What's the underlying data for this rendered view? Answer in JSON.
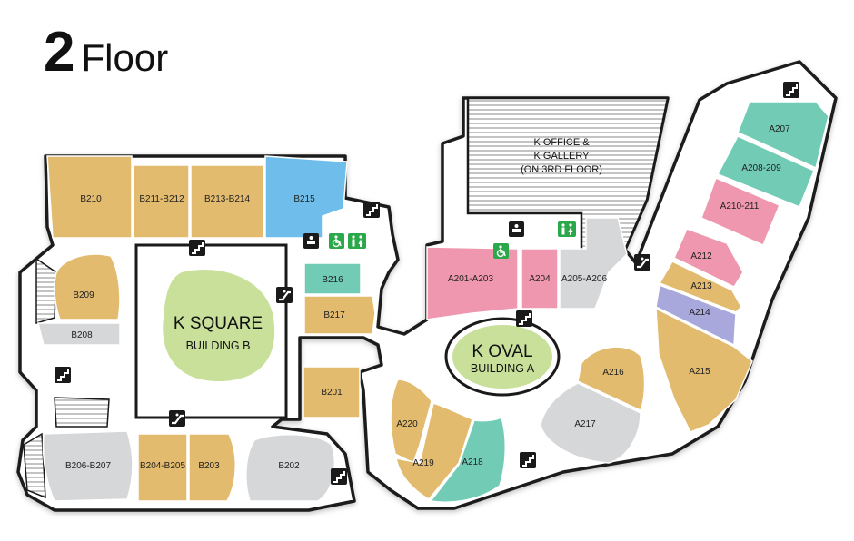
{
  "title": {
    "number": "2",
    "word": "Floor"
  },
  "colors": {
    "retail": "#e2bb6e",
    "pink": "#ee97ae",
    "teal": "#72ccb5",
    "blue": "#6fbdea",
    "violet": "#a9a8dc",
    "service": "#d6d7d9",
    "atrium": "#c9e09b",
    "walkway": "#ffffff",
    "wall": "#1a1a1a"
  },
  "landmarks": {
    "k_square": {
      "name": "K SQUARE",
      "building": "BUILDING B"
    },
    "k_oval": {
      "name": "K OVAL",
      "building": "BUILDING A"
    },
    "office": {
      "line1": "K OFFICE &",
      "line2": "K GALLERY",
      "line3": "(ON 3RD FLOOR)"
    }
  },
  "units": {
    "B210": "B210",
    "B211_B212": "B211-B212",
    "B213_B214": "B213-B214",
    "B215": "B215",
    "B216": "B216",
    "B217": "B217",
    "B209": "B209",
    "B208": "B208",
    "B201": "B201",
    "B206_B207": "B206-B207",
    "B204_B205": "B204-B205",
    "B203": "B203",
    "B202": "B202",
    "A201_A203": "A201-A203",
    "A204": "A204",
    "A205_A206": "A205-A206",
    "A207": "A207",
    "A208_209": "A208-209",
    "A210_211": "A210-211",
    "A212": "A212",
    "A213": "A213",
    "A214": "A214",
    "A215": "A215",
    "A216": "A216",
    "A217": "A217",
    "A218": "A218",
    "A219": "A219",
    "A220": "A220"
  },
  "icons": {
    "stairs": "stairs-icon",
    "escalator": "escalator-icon",
    "restroom": "restroom-icon",
    "accessible": "wheelchair-icon",
    "baby_change": "baby-change-icon"
  }
}
